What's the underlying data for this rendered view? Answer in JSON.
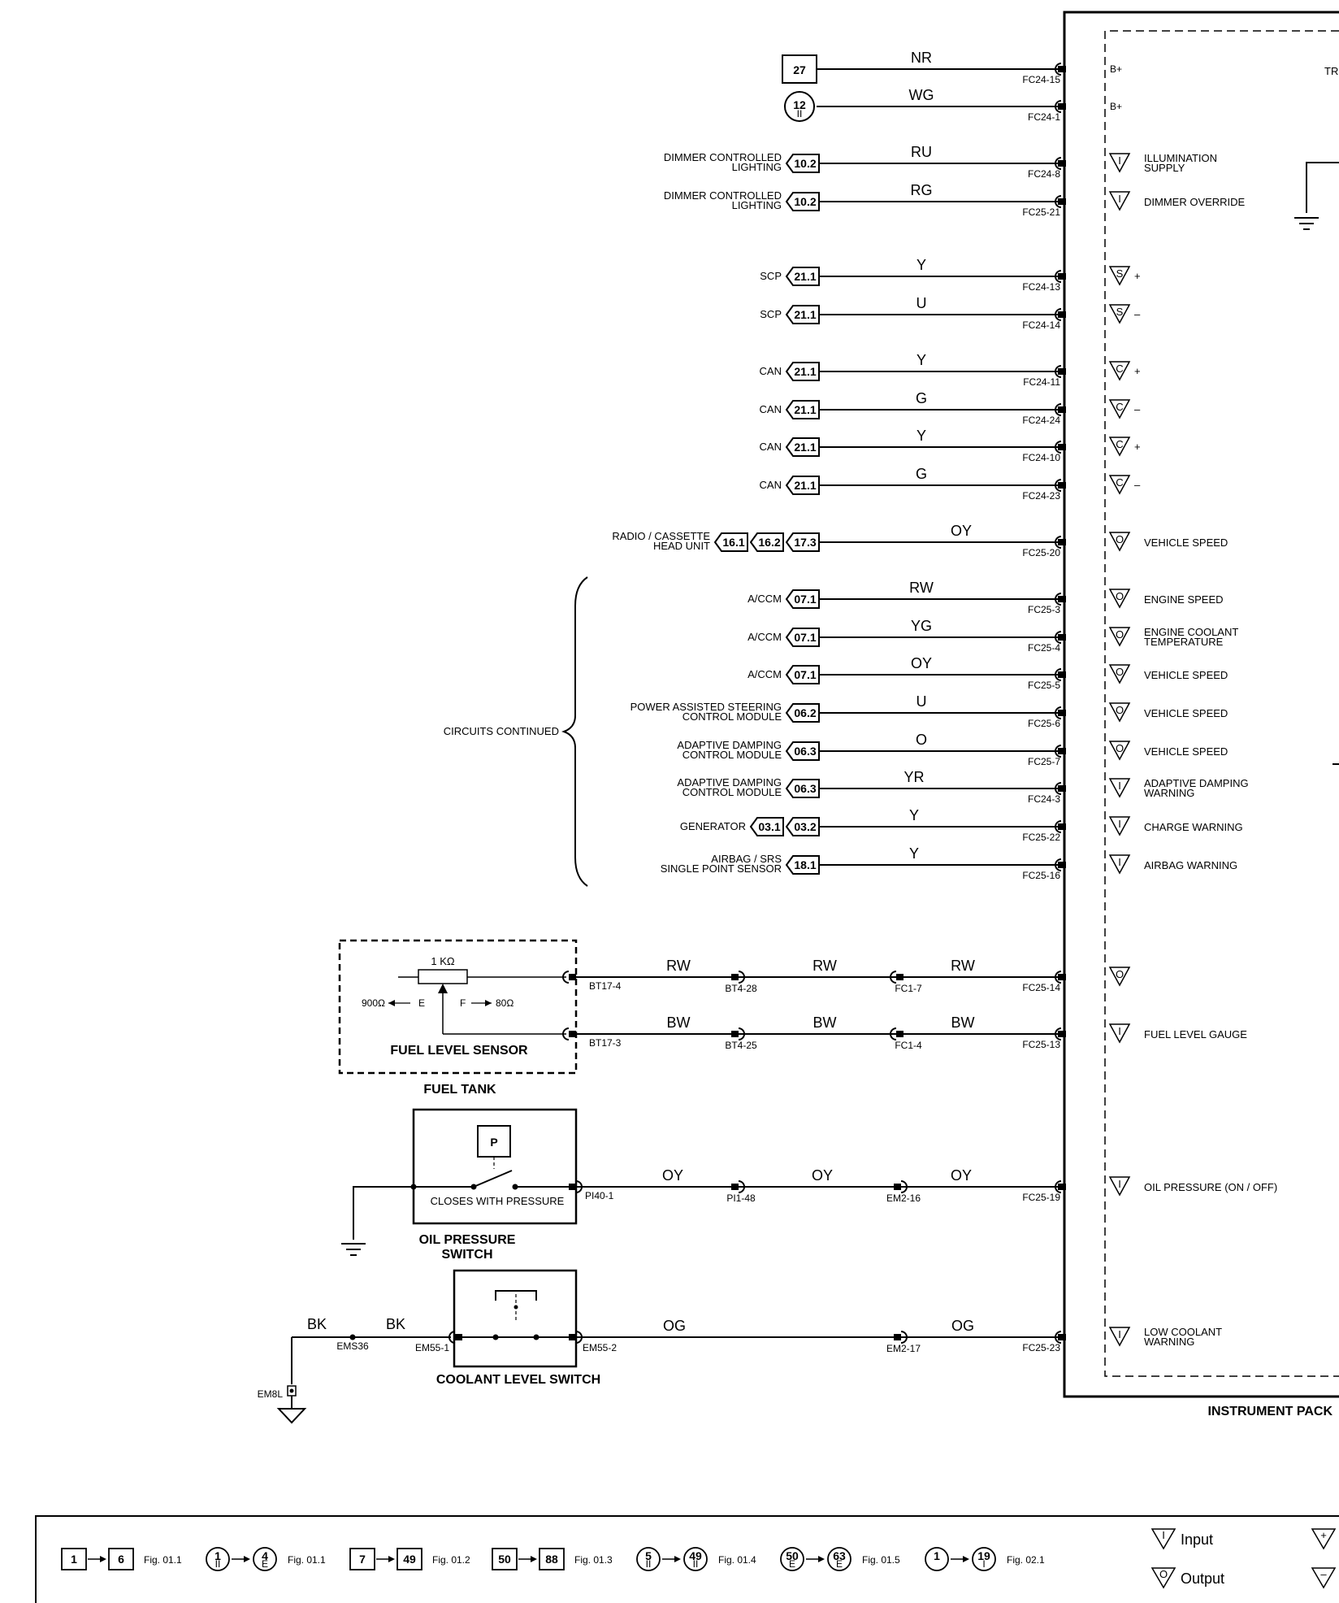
{
  "module": {
    "name": "INSTRUMENT PACK",
    "partial_top_label": "TR"
  },
  "top_feeds": [
    {
      "ref": "27",
      "ref_type": "box",
      "wire": "NR",
      "pin": "FC24-15",
      "port": "B+"
    },
    {
      "ref": "12",
      "ref_sub": "II",
      "ref_type": "circle",
      "wire": "WG",
      "pin": "FC24-1",
      "port": "B+"
    }
  ],
  "circuits": [
    {
      "label_lines": [
        "DIMMER CONTROLLED",
        "LIGHTING"
      ],
      "refs": [
        "10.2"
      ],
      "wire": "RU",
      "pin": "FC24-8",
      "sym": "I",
      "port_lines": [
        "ILLUMINATION",
        "SUPPLY"
      ]
    },
    {
      "label_lines": [
        "DIMMER CONTROLLED",
        "LIGHTING"
      ],
      "refs": [
        "10.2"
      ],
      "wire": "RG",
      "pin": "FC25-21",
      "sym": "I",
      "port_lines": [
        "DIMMER OVERRIDE"
      ]
    },
    {
      "label_lines": [
        "SCP"
      ],
      "refs": [
        "21.1"
      ],
      "wire": "Y",
      "pin": "FC24-13",
      "sym": "S",
      "pol": "+",
      "port_lines": []
    },
    {
      "label_lines": [
        "SCP"
      ],
      "refs": [
        "21.1"
      ],
      "wire": "U",
      "pin": "FC24-14",
      "sym": "S",
      "pol": "–",
      "port_lines": []
    },
    {
      "label_lines": [
        "CAN"
      ],
      "refs": [
        "21.1"
      ],
      "wire": "Y",
      "pin": "FC24-11",
      "sym": "C",
      "pol": "+",
      "port_lines": []
    },
    {
      "label_lines": [
        "CAN"
      ],
      "refs": [
        "21.1"
      ],
      "wire": "G",
      "pin": "FC24-24",
      "sym": "C",
      "pol": "–",
      "port_lines": []
    },
    {
      "label_lines": [
        "CAN"
      ],
      "refs": [
        "21.1"
      ],
      "wire": "Y",
      "pin": "FC24-10",
      "sym": "C",
      "pol": "+",
      "port_lines": []
    },
    {
      "label_lines": [
        "CAN"
      ],
      "refs": [
        "21.1"
      ],
      "wire": "G",
      "pin": "FC24-23",
      "sym": "C",
      "pol": "–",
      "port_lines": []
    },
    {
      "label_lines": [
        "RADIO / CASSETTE",
        "HEAD UNIT"
      ],
      "refs": [
        "17.3",
        "16.2",
        "16.1"
      ],
      "wire": "OY",
      "pin": "FC25-20",
      "sym": "O",
      "port_lines": [
        "VEHICLE SPEED"
      ]
    },
    {
      "label_lines": [
        "A/CCM"
      ],
      "refs": [
        "07.1"
      ],
      "wire": "RW",
      "pin": "FC25-3",
      "sym": "O",
      "port_lines": [
        "ENGINE SPEED"
      ]
    },
    {
      "label_lines": [
        "A/CCM"
      ],
      "refs": [
        "07.1"
      ],
      "wire": "YG",
      "pin": "FC25-4",
      "sym": "O",
      "port_lines": [
        "ENGINE COOLANT",
        "TEMPERATURE"
      ]
    },
    {
      "label_lines": [
        "A/CCM"
      ],
      "refs": [
        "07.1"
      ],
      "wire": "OY",
      "pin": "FC25-5",
      "sym": "O",
      "port_lines": [
        "VEHICLE SPEED"
      ]
    },
    {
      "label_lines": [
        "POWER ASSISTED STEERING",
        "CONTROL MODULE"
      ],
      "refs": [
        "06.2"
      ],
      "wire": "U",
      "pin": "FC25-6",
      "sym": "O",
      "port_lines": [
        "VEHICLE SPEED"
      ]
    },
    {
      "label_lines": [
        "ADAPTIVE DAMPING",
        "CONTROL MODULE"
      ],
      "refs": [
        "06.3"
      ],
      "wire": "O",
      "pin": "FC25-7",
      "sym": "O",
      "port_lines": [
        "VEHICLE SPEED"
      ]
    },
    {
      "label_lines": [
        "ADAPTIVE DAMPING",
        "CONTROL MODULE"
      ],
      "refs": [
        "06.3"
      ],
      "wire": "YR",
      "pin": "FC24-3",
      "sym": "I",
      "port_lines": [
        "ADAPTIVE DAMPING",
        "WARNING"
      ]
    },
    {
      "label_lines": [
        "GENERATOR"
      ],
      "refs": [
        "03.2",
        "03.1"
      ],
      "wire": "Y",
      "pin": "FC25-22",
      "sym": "I",
      "port_lines": [
        "CHARGE WARNING"
      ]
    },
    {
      "label_lines": [
        "AIRBAG / SRS",
        "SINGLE POINT SENSOR"
      ],
      "refs": [
        "18.1"
      ],
      "wire": "Y",
      "pin": "FC25-16",
      "sym": "I",
      "port_lines": [
        "AIRBAG WARNING"
      ]
    }
  ],
  "brace_label": "CIRCUITS CONTINUED",
  "fuel": {
    "sensor_label": "FUEL LEVEL SENSOR",
    "tank_label": "FUEL TANK",
    "resistor": "1 KΩ",
    "empty": "900Ω",
    "e": "E",
    "f": "F",
    "full": "80Ω",
    "wire1": {
      "color": "RW",
      "pins": [
        "BT17-4",
        "BT4-28",
        "FC1-7",
        "FC25-14"
      ],
      "sym": "O",
      "port_lines": []
    },
    "wire2": {
      "color": "BW",
      "pins": [
        "BT17-3",
        "BT4-25",
        "FC1-4",
        "FC25-13"
      ],
      "sym": "I",
      "port_lines": [
        "FUEL LEVEL GAUGE"
      ]
    }
  },
  "oil": {
    "title_lines": [
      "OIL PRESSURE",
      "SWITCH"
    ],
    "inner": "CLOSES WITH PRESSURE",
    "p": "P",
    "color": "OY",
    "pins": [
      "PI40-1",
      "PI1-48",
      "EM2-16",
      "FC25-19"
    ],
    "sym": "I",
    "port_lines": [
      "OIL PRESSURE (ON / OFF)"
    ]
  },
  "coolant": {
    "title": "COOLANT LEVEL SWITCH",
    "ground_wire": "BK",
    "ground_pins": [
      "EMS36",
      "EM55-1",
      "EM8L"
    ],
    "color": "OG",
    "pins": [
      "EM55-2",
      "EM2-17",
      "FC25-23"
    ],
    "sym": "I",
    "port_lines": [
      "LOW COOLANT",
      "WARNING"
    ]
  },
  "legend": {
    "items": [
      {
        "type": "box",
        "a": "1",
        "b": "6",
        "fig": "Fig. 01.1"
      },
      {
        "type": "circle",
        "a": "1",
        "as": "II",
        "b": "4",
        "bs": "E",
        "fig": "Fig. 01.1"
      },
      {
        "type": "box",
        "a": "7",
        "b": "49",
        "fig": "Fig. 01.2"
      },
      {
        "type": "box",
        "a": "50",
        "b": "88",
        "fig": "Fig. 01.3"
      },
      {
        "type": "circle",
        "a": "5",
        "as": "II",
        "b": "49",
        "bs": "II",
        "fig": "Fig. 01.4"
      },
      {
        "type": "circle",
        "a": "50",
        "as": "E",
        "b": "63",
        "bs": "E",
        "fig": "Fig. 01.5"
      },
      {
        "type": "circle",
        "a": "1",
        "as": "",
        "b": "19",
        "bs": "I",
        "fig": "Fig. 02.1"
      }
    ],
    "input": "Input",
    "output": "Output"
  }
}
